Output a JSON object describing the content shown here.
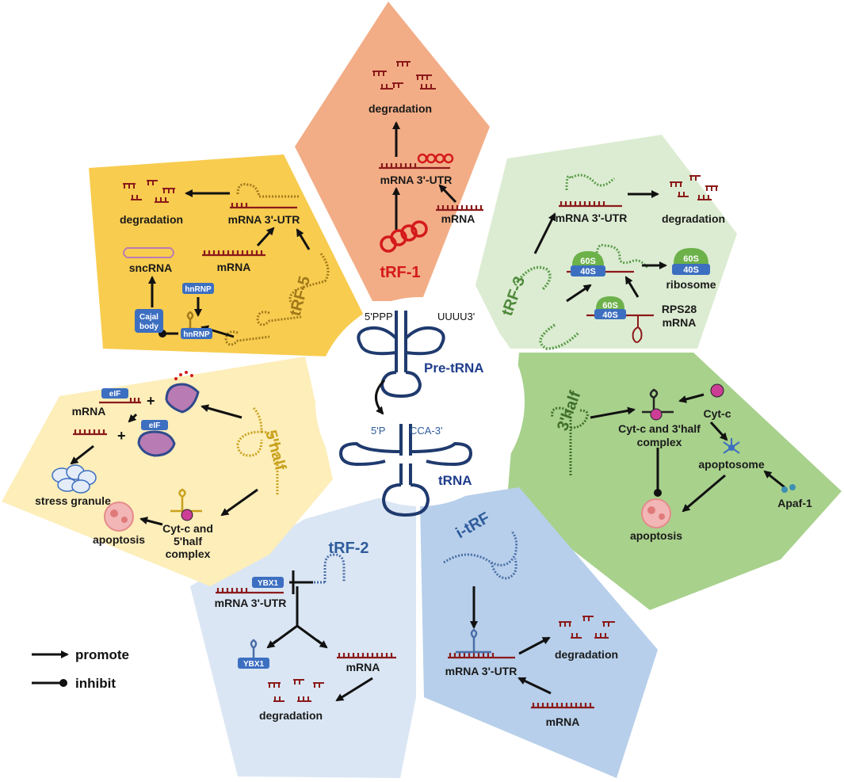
{
  "center": {
    "pre_trna_label": "Pre-tRNA",
    "pre_trna_5end": "5'PPP",
    "pre_trna_3end": "UUUU3'",
    "trna_label": "tRNA",
    "trna_5end": "5'P",
    "trna_3end": "CCA-3'"
  },
  "sectors": {
    "trf1": {
      "title": "tRF-1",
      "color": "#f2ad86",
      "title_color": "#d41a1a",
      "degradation": "degradation",
      "utr": "mRNA 3'-UTR",
      "mrna": "mRNA"
    },
    "trf3": {
      "title": "tRF-3",
      "color": "#dcecd2",
      "title_color": "#4e8a3a",
      "utr": "mRNA 3'-UTR",
      "degradation": "degradation",
      "ribosome": "ribosome",
      "s60": "60S",
      "s40": "40S",
      "rps28_line1": "RPS28",
      "rps28_line2": "mRNA"
    },
    "half3": {
      "title": "3'half",
      "color": "#a8d18c",
      "title_color": "#3f6e2b",
      "complex_line1": "Cyt-c and 3'half",
      "complex_line2": "complex",
      "cytc": "Cyt-c",
      "apoptosome": "apoptosome",
      "apaf1": "Apaf-1",
      "apoptosis": "apoptosis"
    },
    "itrf": {
      "title": "i-tRF",
      "color": "#b7cfea",
      "title_color": "#2f5c9c",
      "degradation": "degradation",
      "utr": "mRNA 3'-UTR",
      "mrna": "mRNA"
    },
    "trf2": {
      "title": "tRF-2",
      "color": "#dae6f4",
      "title_color": "#2f5c9c",
      "ybx1": "YBX1",
      "utr": "mRNA 3'-UTR",
      "mrna": "mRNA",
      "degradation": "degradation"
    },
    "half5": {
      "title": "5'half",
      "color": "#fdeeba",
      "title_color": "#c9a11c",
      "eif": "eIF",
      "mrna": "mRNA",
      "stress_granule": "stress granule",
      "apoptosis": "apoptosis",
      "complex_line1": "Cyt-c and",
      "complex_line2": "5'half",
      "complex_line3": "complex"
    },
    "trf5": {
      "title": "tRF-5",
      "color": "#f8cc4f",
      "title_color": "#a0781a",
      "degradation": "degradation",
      "utr": "mRNA 3'-UTR",
      "mrna": "mRNA",
      "sncrna": "sncRNA",
      "hnrnp": "hnRNP",
      "cajal_line1": "Cajal",
      "cajal_line2": "body"
    }
  },
  "legend": {
    "promote": "promote",
    "inhibit": "inhibit"
  },
  "icons": [
    "promote-arrow-icon",
    "inhibit-bar-icon",
    "trna-cloverleaf-icon",
    "mrna-comb-icon",
    "ribosome-icon",
    "cyt-c-dot-icon",
    "apoptosome-icon",
    "stress-granule-icon",
    "apoptotic-cell-icon"
  ]
}
